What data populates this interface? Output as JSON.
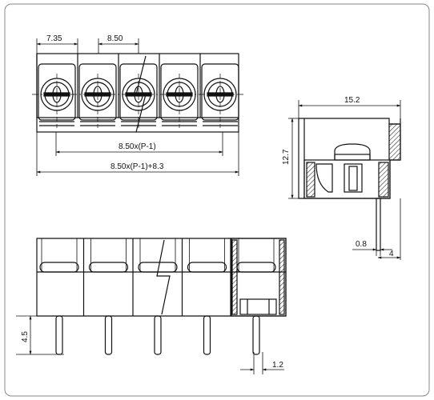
{
  "drawing": {
    "top_view": {
      "pitch_label": "8.50",
      "end_label": "7.35",
      "inner_span_label": "8.50x(P-1)",
      "overall_label": "8.50x(P-1)+8.3",
      "positions": 5
    },
    "side_view": {
      "width_label": "15.2",
      "height_label": "12.7",
      "pin_thickness_label": "0.8",
      "pin_offset_label": "4"
    },
    "front_view": {
      "pin_length_label": "4.5",
      "pin_width_label": "1.2",
      "positions": 5
    }
  }
}
